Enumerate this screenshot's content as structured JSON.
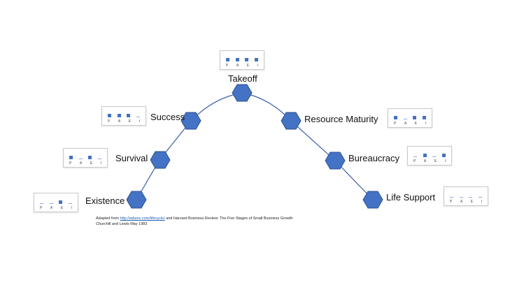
{
  "stages": [
    {
      "name": "Existence",
      "scores": {
        "P": "low",
        "A": "low",
        "E": "high",
        "I": "low"
      }
    },
    {
      "name": "Survival",
      "scores": {
        "P": "high",
        "A": "low",
        "E": "high",
        "I": "low"
      }
    },
    {
      "name": "Success",
      "scores": {
        "P": "high",
        "A": "high",
        "E": "high",
        "I": "low"
      }
    },
    {
      "name": "Takeoff",
      "scores": {
        "P": "high",
        "A": "high",
        "E": "high",
        "I": "high"
      }
    },
    {
      "name": "Resource Maturity",
      "scores": {
        "P": "high",
        "A": "low",
        "E": "high",
        "I": "high"
      }
    },
    {
      "name": "Bureaucracy",
      "scores": {
        "P": "low",
        "A": "high",
        "E": "low",
        "I": "high"
      }
    },
    {
      "name": "Life Support",
      "scores": {
        "P": "low",
        "A": "low",
        "E": "low",
        "I": "low"
      }
    }
  ],
  "padi_letters": [
    "P",
    "A",
    "E",
    "I"
  ],
  "colors": {
    "node_fill": "#4472c4",
    "node_stroke": "#2f528f",
    "curve": "#3a5ea8"
  },
  "footnote": {
    "prefix": "Adapted from ",
    "link": "http://adizes.com/lifecycle/",
    "suffix": " and Harvard Business Review: The Five Stages of Small Business Growth",
    "line2": "Churchill and Lewis May 1983"
  }
}
